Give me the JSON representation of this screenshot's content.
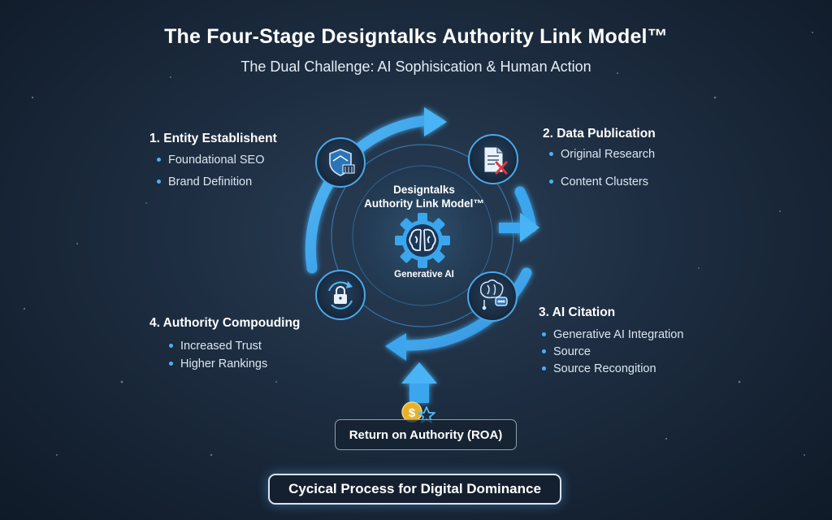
{
  "title": "The Four-Stage Designtalks Authority Link Model™",
  "subtitle": "The Dual Challenge: AI Sophisication & Human Action",
  "center": {
    "title_line1": "Designtalks",
    "title_line2": "Authority Link Model™",
    "icon": "brain-gear-icon",
    "label": "Generative AI"
  },
  "stages": [
    {
      "title": "1. Entity Establishent",
      "icon": "shield-bank-icon",
      "bullets": [
        "Foundational SEO",
        "Brand Definition"
      ]
    },
    {
      "title": "2. Data Publication",
      "icon": "document-x-icon",
      "bullets": [
        "Original Research",
        "Content Clusters"
      ]
    },
    {
      "title": "3. AI Citation",
      "icon": "brain-chat-icon",
      "bullets": [
        "Generative AI Integration",
        "Source",
        "Source Recongition"
      ]
    },
    {
      "title": "4. Authority Compouding",
      "icon": "lock-cycle-icon",
      "bullets": [
        "Increased Trust",
        "Higher Rankings"
      ]
    }
  ],
  "roa": {
    "label": "Return on Authority (ROA)",
    "icon": "dollar-star-icon"
  },
  "footer": "Cycical Process for Digital Dominance",
  "colors": {
    "background": "#1b2a3c",
    "accent": "#3aa6ee",
    "accent_light": "#6cc4ff",
    "text": "#ffffff",
    "coin": "#e7b12c"
  }
}
